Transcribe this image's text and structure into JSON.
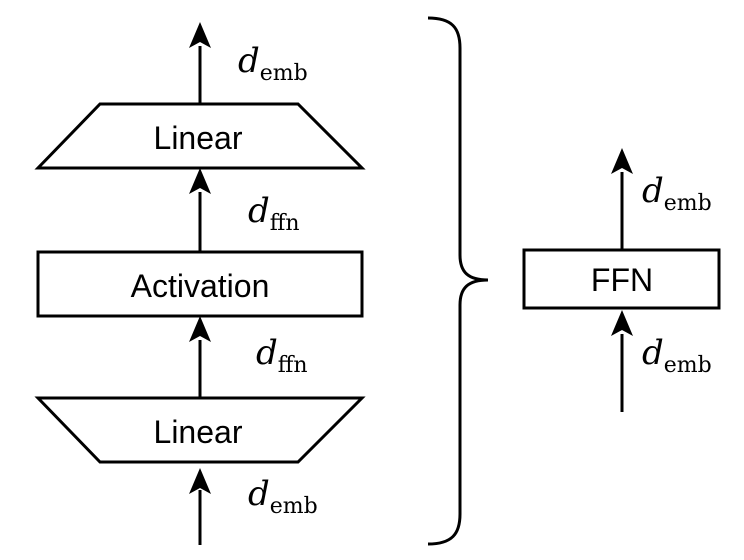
{
  "left_stack": {
    "top_linear_label": "Linear",
    "activation_label": "Activation",
    "bottom_linear_label": "Linear",
    "dim_top": {
      "symbol": "d",
      "subscript": "emb"
    },
    "dim_upper_mid": {
      "symbol": "d",
      "subscript": "ffn"
    },
    "dim_lower_mid": {
      "symbol": "d",
      "subscript": "ffn"
    },
    "dim_bottom": {
      "symbol": "d",
      "subscript": "emb"
    }
  },
  "right_block": {
    "ffn_label": "FFN",
    "dim_top": {
      "symbol": "d",
      "subscript": "emb"
    },
    "dim_bottom": {
      "symbol": "d",
      "subscript": "emb"
    }
  },
  "colors": {
    "stroke": "#000000",
    "background": "#ffffff"
  }
}
